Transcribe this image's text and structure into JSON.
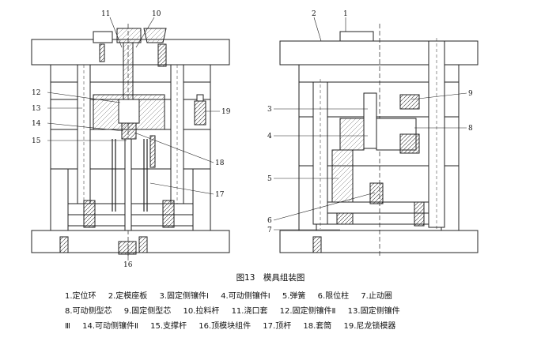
{
  "figure": {
    "caption": "图13　模具组装图",
    "left_view_labels": [
      "11",
      "10",
      "12",
      "13",
      "14",
      "15",
      "19",
      "18",
      "17",
      "16"
    ],
    "right_view_labels": [
      "1",
      "2",
      "3",
      "4",
      "5",
      "6",
      "7",
      "9",
      "8"
    ]
  },
  "legend": {
    "row1": [
      "1.定位环",
      "2.定模座板",
      "3.固定侧镶件Ⅰ",
      "4.可动侧镶件Ⅰ",
      "5.弹簧",
      "6.限位柱",
      "7.止动圈"
    ],
    "row2": [
      "8.可动侧型芯",
      "9.固定侧型芯",
      "10.拉料杆",
      "11.浇口套",
      "12.固定侧镶件Ⅱ",
      "13.固定侧镶件"
    ],
    "row3": [
      "Ⅲ",
      "14.可动侧镶件Ⅱ",
      "15.支撑杆",
      "16.顶模块组件",
      "17.顶杆",
      "18.套筒",
      "19.尼龙锁模器"
    ]
  }
}
